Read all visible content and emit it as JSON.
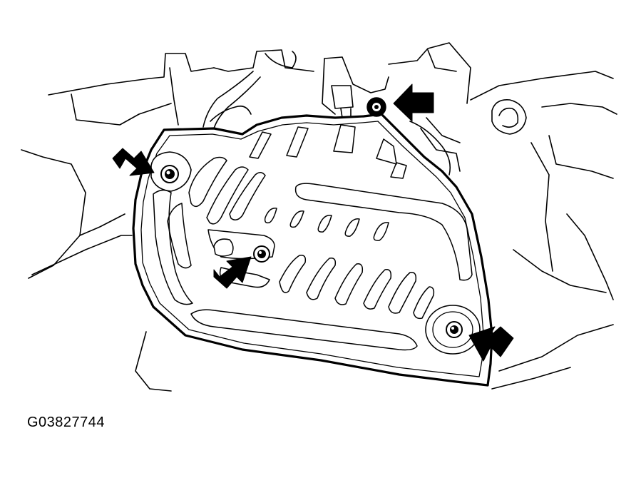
{
  "figure": {
    "id_label": "G03827744",
    "subject": "shield-panel-with-fasteners",
    "fastener_count": 4,
    "callout_arrow_count": 4,
    "colors": {
      "line": "#000000",
      "background": "#ffffff",
      "arrow_fill": "#000000"
    }
  }
}
